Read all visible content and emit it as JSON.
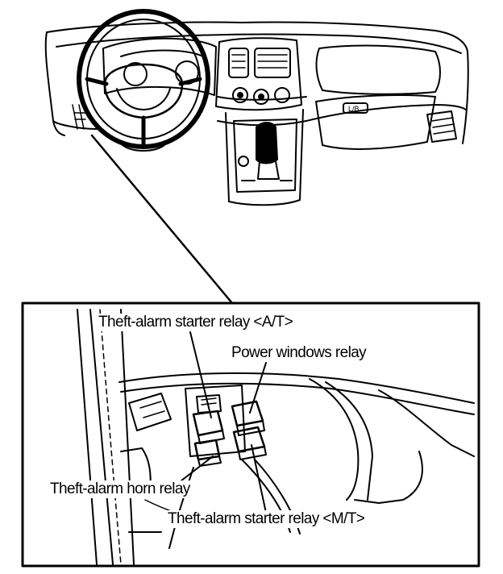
{
  "labels": {
    "starter_relay_at": "Theft-alarm starter relay <A/T>",
    "power_windows_relay": "Power windows relay",
    "horn_relay": "Theft-alarm horn relay",
    "starter_relay_mt": "Theft-alarm starter relay <M/T>"
  },
  "dashboard": {
    "glovebox_badge": "L/B"
  }
}
